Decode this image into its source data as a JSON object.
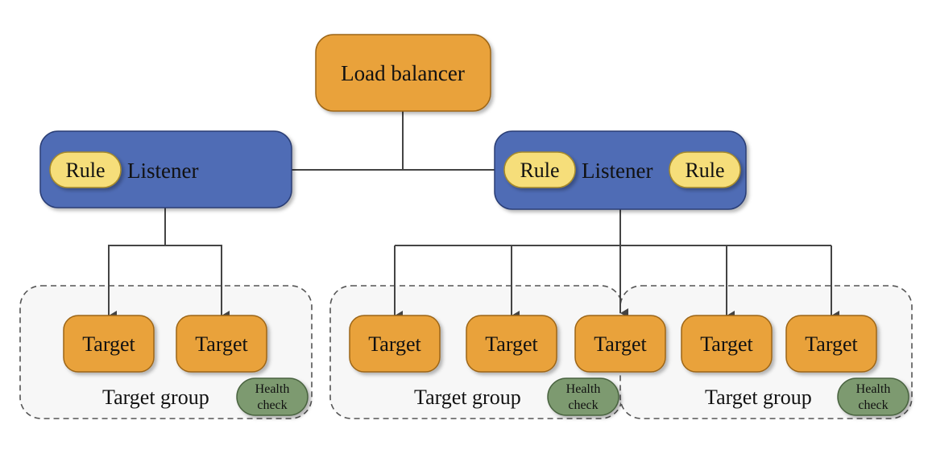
{
  "load_balancer": {
    "label": "Load balancer"
  },
  "listeners": [
    {
      "label": "Listener",
      "rules": [
        "Rule"
      ]
    },
    {
      "label": "Listener",
      "rules": [
        "Rule",
        "Rule"
      ]
    }
  ],
  "target_groups": [
    {
      "label": "Target group",
      "health_check": [
        "Health",
        "check"
      ],
      "targets": [
        "Target",
        "Target"
      ]
    },
    {
      "label": "Target group",
      "health_check": [
        "Health",
        "check"
      ],
      "targets": [
        "Target",
        "Target",
        "Target"
      ]
    },
    {
      "label": "Target group",
      "health_check": [
        "Health",
        "check"
      ],
      "targets": [
        "Target",
        "Target"
      ]
    }
  ],
  "colors": {
    "orange_fill": "#E9A23A",
    "orange_stroke": "#9C6519",
    "blue_fill": "#4F6CB5",
    "blue_stroke": "#2A3E74",
    "rule_fill": "#F6DE7A",
    "rule_stroke": "#A68A2A",
    "health_fill": "#7D9A6F",
    "health_stroke": "#4A6340",
    "group_fill": "#F7F7F7",
    "group_stroke": "#555555",
    "line": "#444444"
  }
}
